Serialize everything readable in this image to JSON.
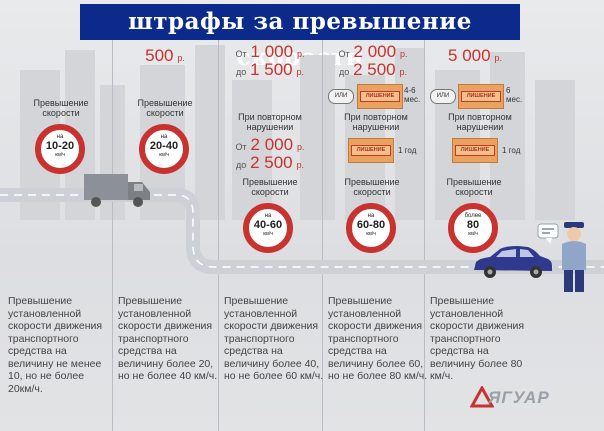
{
  "title": "штрафы за превышение скорости",
  "speed_label": "Превышение скорости",
  "sign_na": "на",
  "sign_bolee": "более",
  "unit_kmh": "км/ч",
  "rub": "р.",
  "ot": "От",
  "do": "до",
  "repeat_label": "При повторном нарушении",
  "or_label": "ИЛИ",
  "deprivation": "ЛИШЕНИЕ",
  "one_year": "1 год",
  "watermark": "ЯГУАР",
  "columns": [
    {
      "sign_value": "10-20",
      "fine": "",
      "description": "Превышение установленной скорости движения транспортного средства на величину не менее 10, но не более 20км/ч."
    },
    {
      "sign_value": "20-40",
      "fine": "500",
      "description": "Превышение установленной скорости движения транспортного средства на величину более 20, но не более 40 км/ч."
    },
    {
      "sign_value": "40-60",
      "fine_from": "1 000",
      "fine_to": "1 500",
      "repeat_from": "2 000",
      "repeat_to": "2 500",
      "description": "Превышение установленной скорости движения транспортного средства на величину более 40, но не более 60 км/ч."
    },
    {
      "sign_value": "60-80",
      "fine_from": "2 000",
      "fine_to": "2 500",
      "deprivation_months": "4-6 мес.",
      "description": "Превышение установленной скорости движения транспортного средства на величину более 60, но не более 80 км/ч."
    },
    {
      "sign_value": "80",
      "fine": "5 000",
      "deprivation_months": "6 мес.",
      "description": "Превышение установленной скорости движения транспортного средства на величину более 80 км/ч."
    }
  ],
  "colors": {
    "banner": "#0b2a8c",
    "accent_red": "#c8322f",
    "text": "#444444",
    "car": "#2f3a8f"
  }
}
